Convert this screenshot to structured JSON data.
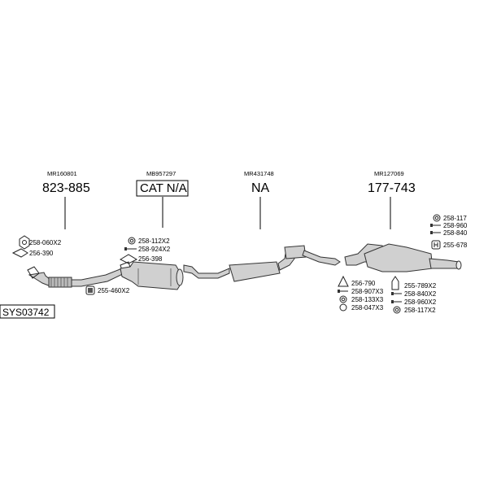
{
  "system_code": "SYS03742",
  "sections": [
    {
      "oem": "MR160801",
      "part_number": "823-885",
      "boxed": false
    },
    {
      "oem": "MB957297",
      "part_number": "CAT N/A",
      "boxed": true
    },
    {
      "oem": "MR431748",
      "part_number": "NA",
      "boxed": false
    },
    {
      "oem": "MR127069",
      "part_number": "177-743",
      "boxed": false
    }
  ],
  "accessories": {
    "front": [
      {
        "icon": "nut-icon",
        "label": "258-060X2"
      },
      {
        "icon": "gasket-icon",
        "label": "256-390"
      },
      {
        "icon": "clamp-icon",
        "label": "255-460X2"
      }
    ],
    "cat": [
      {
        "icon": "ring-icon",
        "label": "258-112X2"
      },
      {
        "icon": "bolt-icon",
        "label": "258-924X2"
      },
      {
        "icon": "gasket-icon",
        "label": "256-398"
      }
    ],
    "rear_left": [
      {
        "icon": "gasket-icon",
        "label": "256-790"
      },
      {
        "icon": "bolt-icon",
        "label": "258-907X3"
      },
      {
        "icon": "ring-icon",
        "label": "258-133X3"
      },
      {
        "icon": "nut-icon",
        "label": "258-047X3"
      }
    ],
    "rear_mid": [
      {
        "icon": "hanger-icon",
        "label": "255-789X2"
      },
      {
        "icon": "bolt-icon",
        "label": "258-840X2"
      },
      {
        "icon": "bolt-icon",
        "label": "258-960X2"
      },
      {
        "icon": "ring-icon",
        "label": "258-117X2"
      }
    ],
    "rear_right": [
      {
        "icon": "ring-icon",
        "label": "258-117"
      },
      {
        "icon": "bolt-icon",
        "label": "258-960"
      },
      {
        "icon": "bolt-icon",
        "label": "258-840"
      },
      {
        "icon": "hanger-icon",
        "label": "255-678"
      }
    ]
  }
}
